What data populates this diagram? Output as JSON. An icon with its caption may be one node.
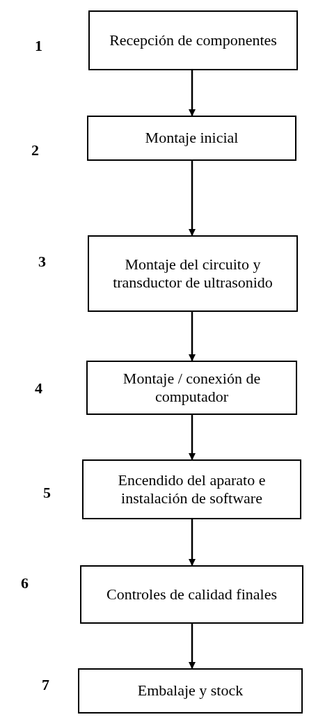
{
  "diagram": {
    "nodes": [
      {
        "text": [
          "Recepción de componentes"
        ]
      },
      {
        "text": [
          "Montaje inicial"
        ]
      },
      {
        "text": [
          "Montaje del circuito y transductor de ultrasonido"
        ]
      },
      {
        "text": [
          "Montaje / conexión de computador"
        ]
      },
      {
        "text": [
          "Encendido del aparato e instalación de software"
        ]
      },
      {
        "text": [
          "Controles de calidad finales"
        ]
      },
      {
        "text": [
          "Embalaje y stock"
        ]
      }
    ],
    "edges": [
      {
        "from": 0,
        "to": 1,
        "arrow": "to"
      },
      {
        "from": 1,
        "to": 2,
        "arrow": "to"
      },
      {
        "from": 2,
        "to": 3,
        "arrow": "to"
      },
      {
        "from": 3,
        "to": 4,
        "arrow": "to"
      },
      {
        "from": 4,
        "to": 5,
        "arrow": "to"
      },
      {
        "from": 5,
        "to": 6,
        "arrow": "to"
      }
    ],
    "labels": [
      "1",
      "2",
      "3",
      "4",
      "5",
      "6",
      "7"
    ]
  }
}
